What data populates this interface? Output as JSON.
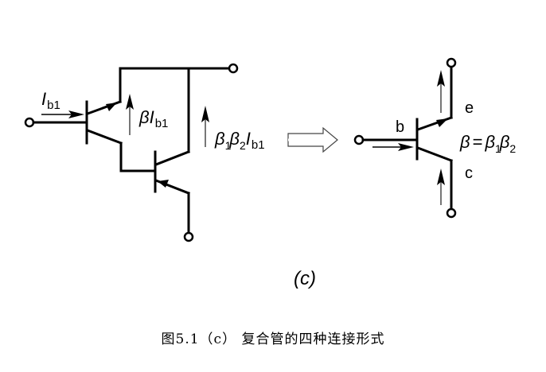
{
  "figure": {
    "left_circuit": {
      "labels": {
        "input_current": {
          "main": "I",
          "sub": "b1"
        },
        "first_current": {
          "beta": "β",
          "main": "I",
          "sub": "b1"
        },
        "total_current": {
          "beta1": "β",
          "sub1": "1",
          "beta2": "β",
          "sub2": "2",
          "main": "I",
          "sub": "b1"
        }
      }
    },
    "equivalent_circuit": {
      "terminal_labels": {
        "base": "b",
        "emitter": "e",
        "collector": "c"
      },
      "equation": {
        "lhs": "β",
        "eq": "=",
        "beta1": "β",
        "sub1": "1",
        "beta2": "β",
        "sub2": "2"
      }
    },
    "subfigure_label": "(c)",
    "caption": "图5.1（c）   复合管的四种连接形式"
  }
}
